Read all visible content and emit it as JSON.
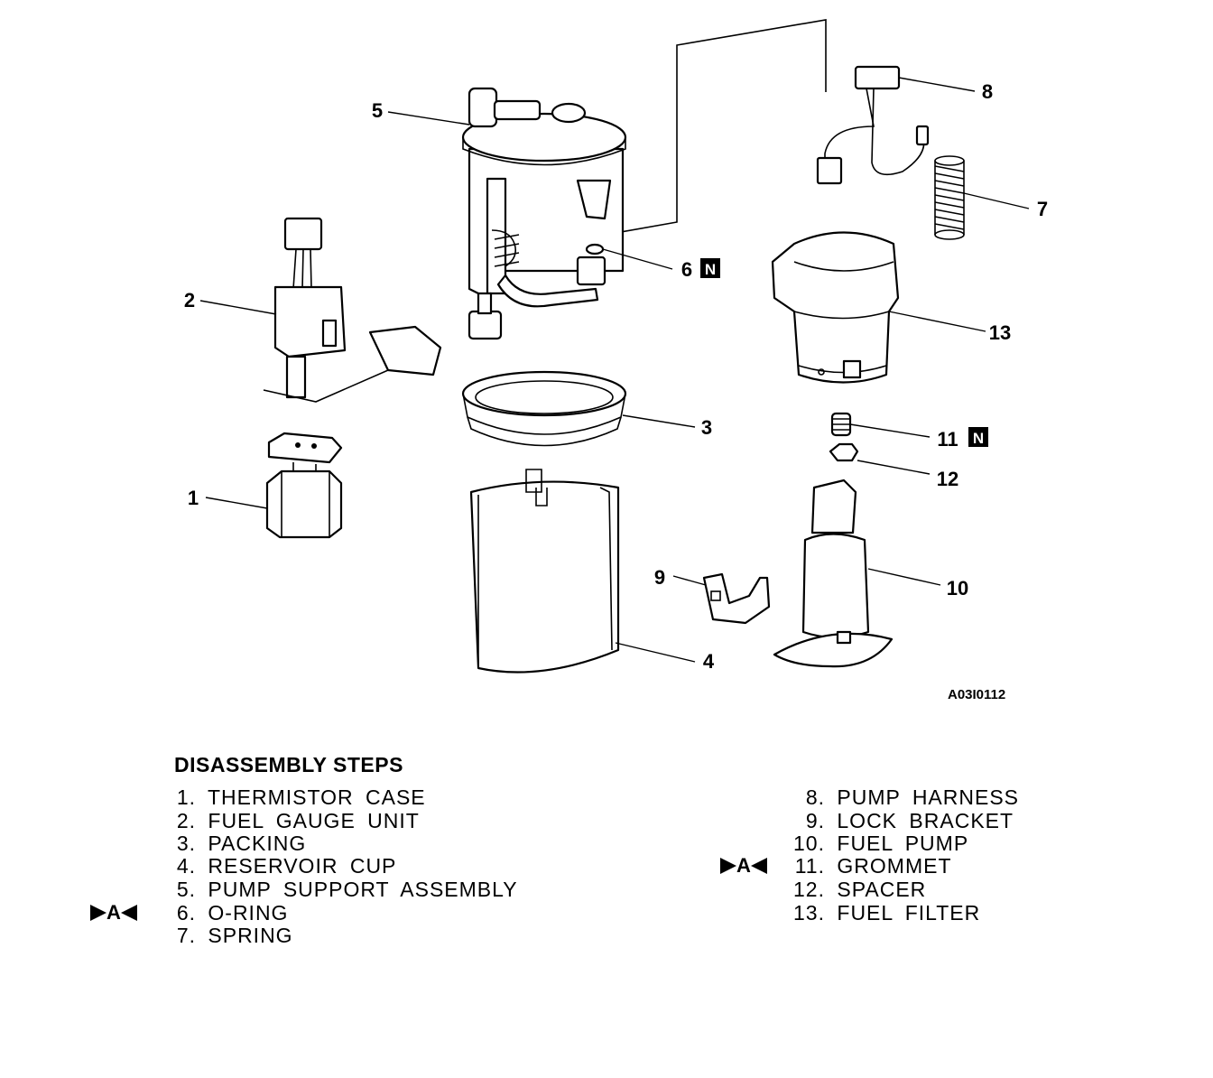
{
  "diagram": {
    "figure_code": "A03I0112",
    "new_part_mark": "N",
    "callouts": [
      "1",
      "2",
      "3",
      "4",
      "5",
      "6",
      "7",
      "8",
      "9",
      "10",
      "11",
      "12",
      "13"
    ]
  },
  "steps": {
    "title": "DISASSEMBLY STEPS",
    "marker": "A",
    "left": [
      {
        "num": "1.",
        "label": "THERMISTOR CASE"
      },
      {
        "num": "2.",
        "label": "FUEL GAUGE UNIT"
      },
      {
        "num": "3.",
        "label": "PACKING"
      },
      {
        "num": "4.",
        "label": "RESERVOIR CUP"
      },
      {
        "num": "5.",
        "label": "PUMP SUPPORT ASSEMBLY"
      },
      {
        "num": "6.",
        "label": "O-RING"
      },
      {
        "num": "7.",
        "label": "SPRING"
      }
    ],
    "right": [
      {
        "num": "8.",
        "label": "PUMP HARNESS"
      },
      {
        "num": "9.",
        "label": "LOCK BRACKET"
      },
      {
        "num": "10.",
        "label": "FUEL PUMP"
      },
      {
        "num": "11.",
        "label": "GROMMET"
      },
      {
        "num": "12.",
        "label": "SPACER"
      },
      {
        "num": "13.",
        "label": "FUEL FILTER"
      }
    ]
  }
}
